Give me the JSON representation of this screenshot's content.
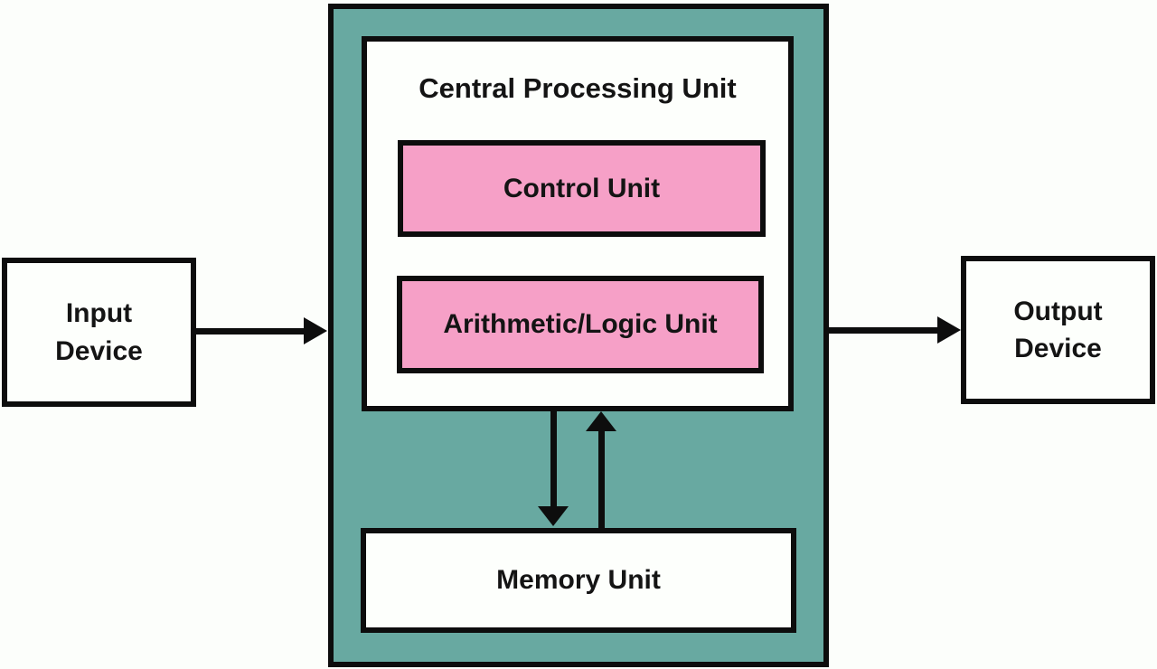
{
  "diagram": {
    "cpu_title": "Central Processing Unit",
    "nodes": {
      "input_device": {
        "label": "Input\nDevice"
      },
      "control_unit": {
        "label": "Control Unit"
      },
      "alu": {
        "label": "Arithmetic/Logic Unit"
      },
      "memory_unit": {
        "label": "Memory Unit"
      },
      "output_device": {
        "label": "Output\nDevice"
      }
    },
    "arrows": [
      {
        "name": "input-to-cpu",
        "direction": "right"
      },
      {
        "name": "cpu-to-output",
        "direction": "right"
      },
      {
        "name": "cpu-to-memory",
        "direction": "down"
      },
      {
        "name": "memory-to-cpu",
        "direction": "up"
      }
    ],
    "colors": {
      "cpu-fill": "#68a9a1",
      "unit-fill": "#f6a0c7",
      "box-fill": "#fdfffc",
      "line": "#0d0d0d",
      "background": "#fcfefb"
    }
  }
}
